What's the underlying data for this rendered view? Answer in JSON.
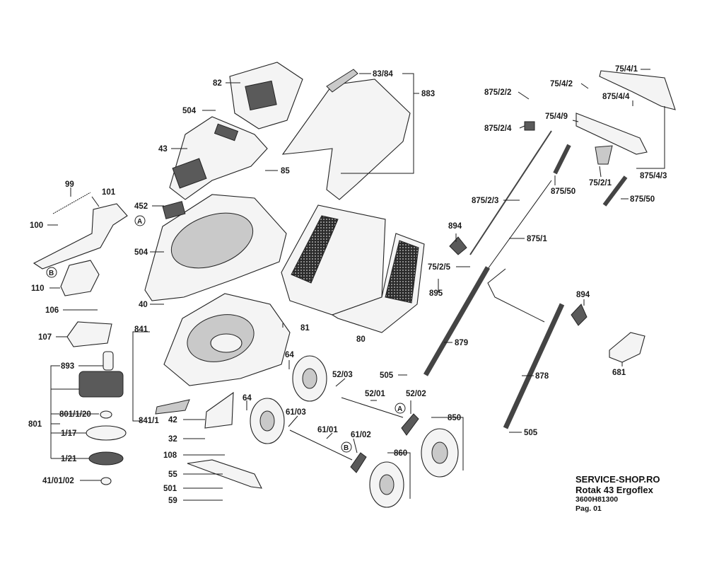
{
  "footer": {
    "shop": "SERVICE-SHOP.RO",
    "model": "Rotak 43 Ergoflex",
    "part_number": "3600H81300",
    "page": "Pag. 01"
  },
  "callouts": {
    "c82": "82",
    "c504a": "504",
    "c43": "43",
    "c85": "85",
    "c8384": "83/84",
    "c883": "883",
    "c99": "99",
    "c101": "101",
    "c100": "100",
    "cA1": "A",
    "cB1": "B",
    "c110": "110",
    "c452": "452",
    "c504b": "504",
    "c40": "40",
    "c106": "106",
    "c107": "107",
    "c81": "81",
    "c80": "80",
    "c841": "841",
    "c893": "893",
    "c801": "801",
    "c80120": "801/1/20",
    "c117": "1/17",
    "c121": "1/21",
    "c410102": "41/01/02",
    "c8411": "841/1",
    "c42": "42",
    "c32": "32",
    "c108": "108",
    "c55": "55",
    "c501": "501",
    "c59": "59",
    "c64a": "64",
    "c64b": "64",
    "c5203": "52/03",
    "c5201": "52/01",
    "c5202": "52/02",
    "cA2": "A",
    "c6103": "61/03",
    "c6101": "61/01",
    "c6102": "61/02",
    "cB2": "B",
    "c860": "860",
    "c850": "850",
    "c505a": "505",
    "c505b": "505",
    "c879": "879",
    "c878": "878",
    "c895": "895",
    "c7525": "75/2/5",
    "c894a": "894",
    "c894b": "894",
    "c8751": "875/1",
    "c87523": "875/2/3",
    "c87522": "875/2/2",
    "c87524": "875/2/4",
    "c87550a": "875/50",
    "c87550b": "875/50",
    "c7521": "75/2/1",
    "c75441": "75/4/1",
    "c7542": "75/4/2",
    "c87544": "875/4/4",
    "c7549": "75/4/9",
    "c87543": "875/4/3",
    "c681": "681"
  }
}
